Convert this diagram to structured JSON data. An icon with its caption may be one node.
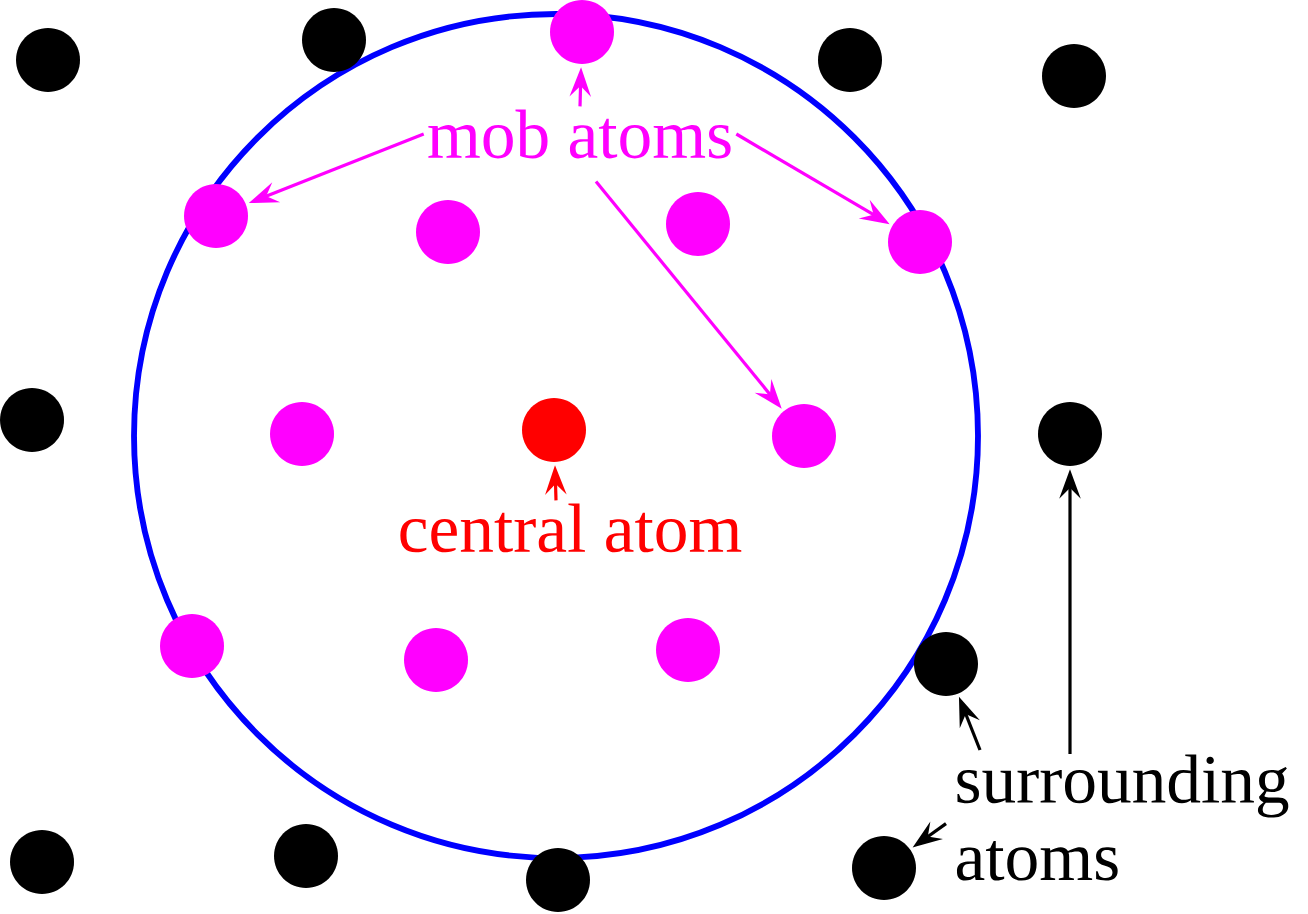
{
  "diagram": {
    "nodes": [
      {
        "text": [],
        "shape": "circle"
      },
      {
        "text": [],
        "shape": "circle"
      },
      {
        "text": [],
        "shape": "circle"
      },
      {
        "text": [],
        "shape": "circle"
      },
      {
        "text": [],
        "shape": "circle"
      },
      {
        "text": [
          "mob atoms"
        ]
      },
      {
        "text": [],
        "shape": "circle"
      },
      {
        "text": [],
        "shape": "circle"
      },
      {
        "text": [],
        "shape": "circle"
      },
      {
        "text": [],
        "shape": "circle"
      },
      {
        "text": [],
        "shape": "circle"
      },
      {
        "text": [],
        "shape": "circle"
      },
      {
        "text": [],
        "shape": "circle"
      },
      {
        "text": [],
        "shape": "circle"
      },
      {
        "text": [],
        "shape": "circle"
      },
      {
        "text": [
          "central atom"
        ]
      },
      {
        "text": [],
        "shape": "circle"
      },
      {
        "text": [],
        "shape": "circle"
      },
      {
        "text": [],
        "shape": "circle"
      },
      {
        "text": [],
        "shape": "circle"
      },
      {
        "text": [
          "surrounding atoms"
        ]
      },
      {
        "text": [],
        "shape": "circle"
      },
      {
        "text": [],
        "shape": "circle"
      },
      {
        "text": [],
        "shape": "circle"
      },
      {
        "text": [],
        "shape": "circle"
      }
    ],
    "edges": [
      {
        "from": 5,
        "to": 2,
        "arrow": "to"
      },
      {
        "from": 5,
        "to": 6,
        "arrow": "to"
      },
      {
        "from": 5,
        "to": 9,
        "arrow": "to"
      },
      {
        "from": 5,
        "to": 13,
        "arrow": "to"
      },
      {
        "from": 15,
        "to": 12,
        "arrow": "to",
        "color": "#ff0000"
      },
      {
        "from": 20,
        "to": 19,
        "arrow": "to",
        "color": "#000000"
      },
      {
        "from": 20,
        "to": 24,
        "arrow": "to",
        "color": "#000000"
      },
      {
        "from": 20,
        "to": 14,
        "arrow": "to",
        "color": "#000000"
      }
    ]
  }
}
